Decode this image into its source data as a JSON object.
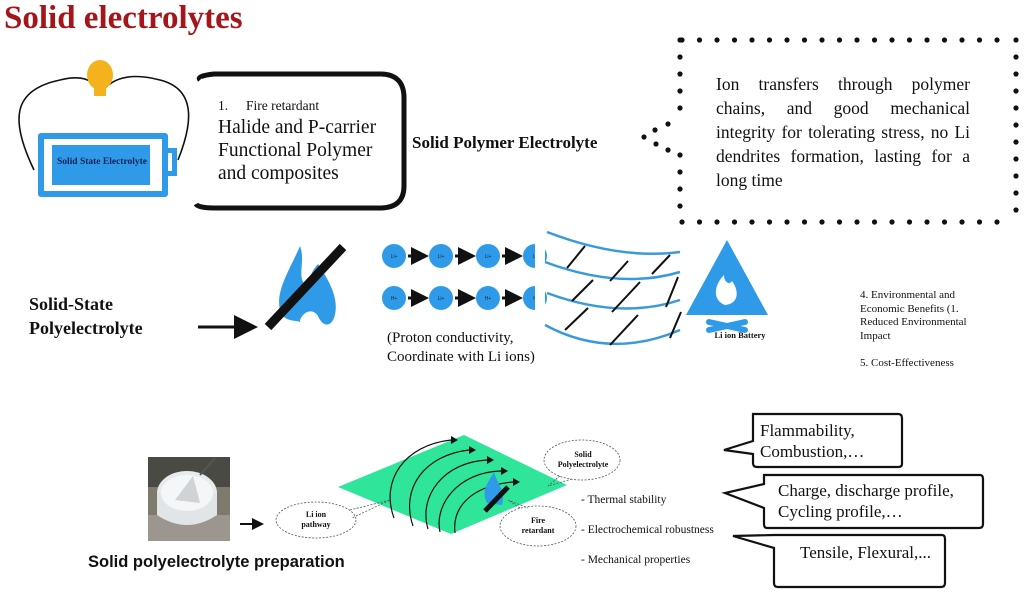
{
  "title": "Solid electrolytes",
  "battery_panel": {
    "battery_label": "Solid State Electrolyte",
    "icons": [
      "lightbulb-icon",
      "battery-icon"
    ]
  },
  "fire_retardant_box": {
    "number": "1.",
    "heading": "Fire retardant",
    "body_lines": [
      "Halide and P-carrier",
      "Functional Polymer",
      "and composites"
    ]
  },
  "solid_polymer_electrolyte": {
    "label": "Solid Polymer Electrolyte",
    "thought_bubble_text": "Ion transfers through polymer chains, and good mechanical integrity for tolerating stress, no Li dendrites formation, lasting for a long time"
  },
  "polyelectrolyte_row": {
    "label_lines": [
      "Solid-State",
      "Polyelectrolyte"
    ],
    "icons": [
      "no-fire-icon",
      "polymer-chains-icon",
      "li-ion-battery-fire-icon"
    ],
    "ion_row_1": [
      "Li+",
      "Li+",
      "Li+",
      "Li"
    ],
    "ion_row_2": [
      "H+",
      "Li+",
      "H+",
      "H"
    ],
    "caption_lines": [
      "(Proton conductivity,",
      "Coordinate with Li ions)"
    ],
    "battery_caption": "Li ion Battery"
  },
  "benefits": {
    "item4_lines": [
      "4. Environmental and",
      "Economic Benefits (1.",
      "Reduced Environmental",
      "Impact"
    ],
    "item5": "5. Cost-Effectiveness"
  },
  "preparation": {
    "label": "Solid polyelectrolyte preparation",
    "photo": "polyelectrolyte-film-photo",
    "diagram_callouts": {
      "li_pathway": [
        "Li ion",
        "pathway"
      ],
      "solid_polyelectrolyte": [
        "Solid",
        "Polyelectrolyte"
      ],
      "fire_retardant": [
        "Fire",
        "retardant"
      ]
    },
    "properties": [
      "- Thermal stability",
      "- Electrochemical robustness",
      "- Mechanical properties"
    ],
    "property_bubbles": [
      {
        "lines": [
          "Flammability,",
          "Combustion,…"
        ]
      },
      {
        "lines": [
          "Charge, discharge profile,",
          "Cycling profile,…"
        ]
      },
      {
        "lines": [
          "Tensile, Flexural,..."
        ]
      }
    ]
  },
  "colors": {
    "title": "#a5161a",
    "accent_blue": "#2f9be8",
    "film_green": "#2ee59a",
    "outline": "#111111"
  }
}
